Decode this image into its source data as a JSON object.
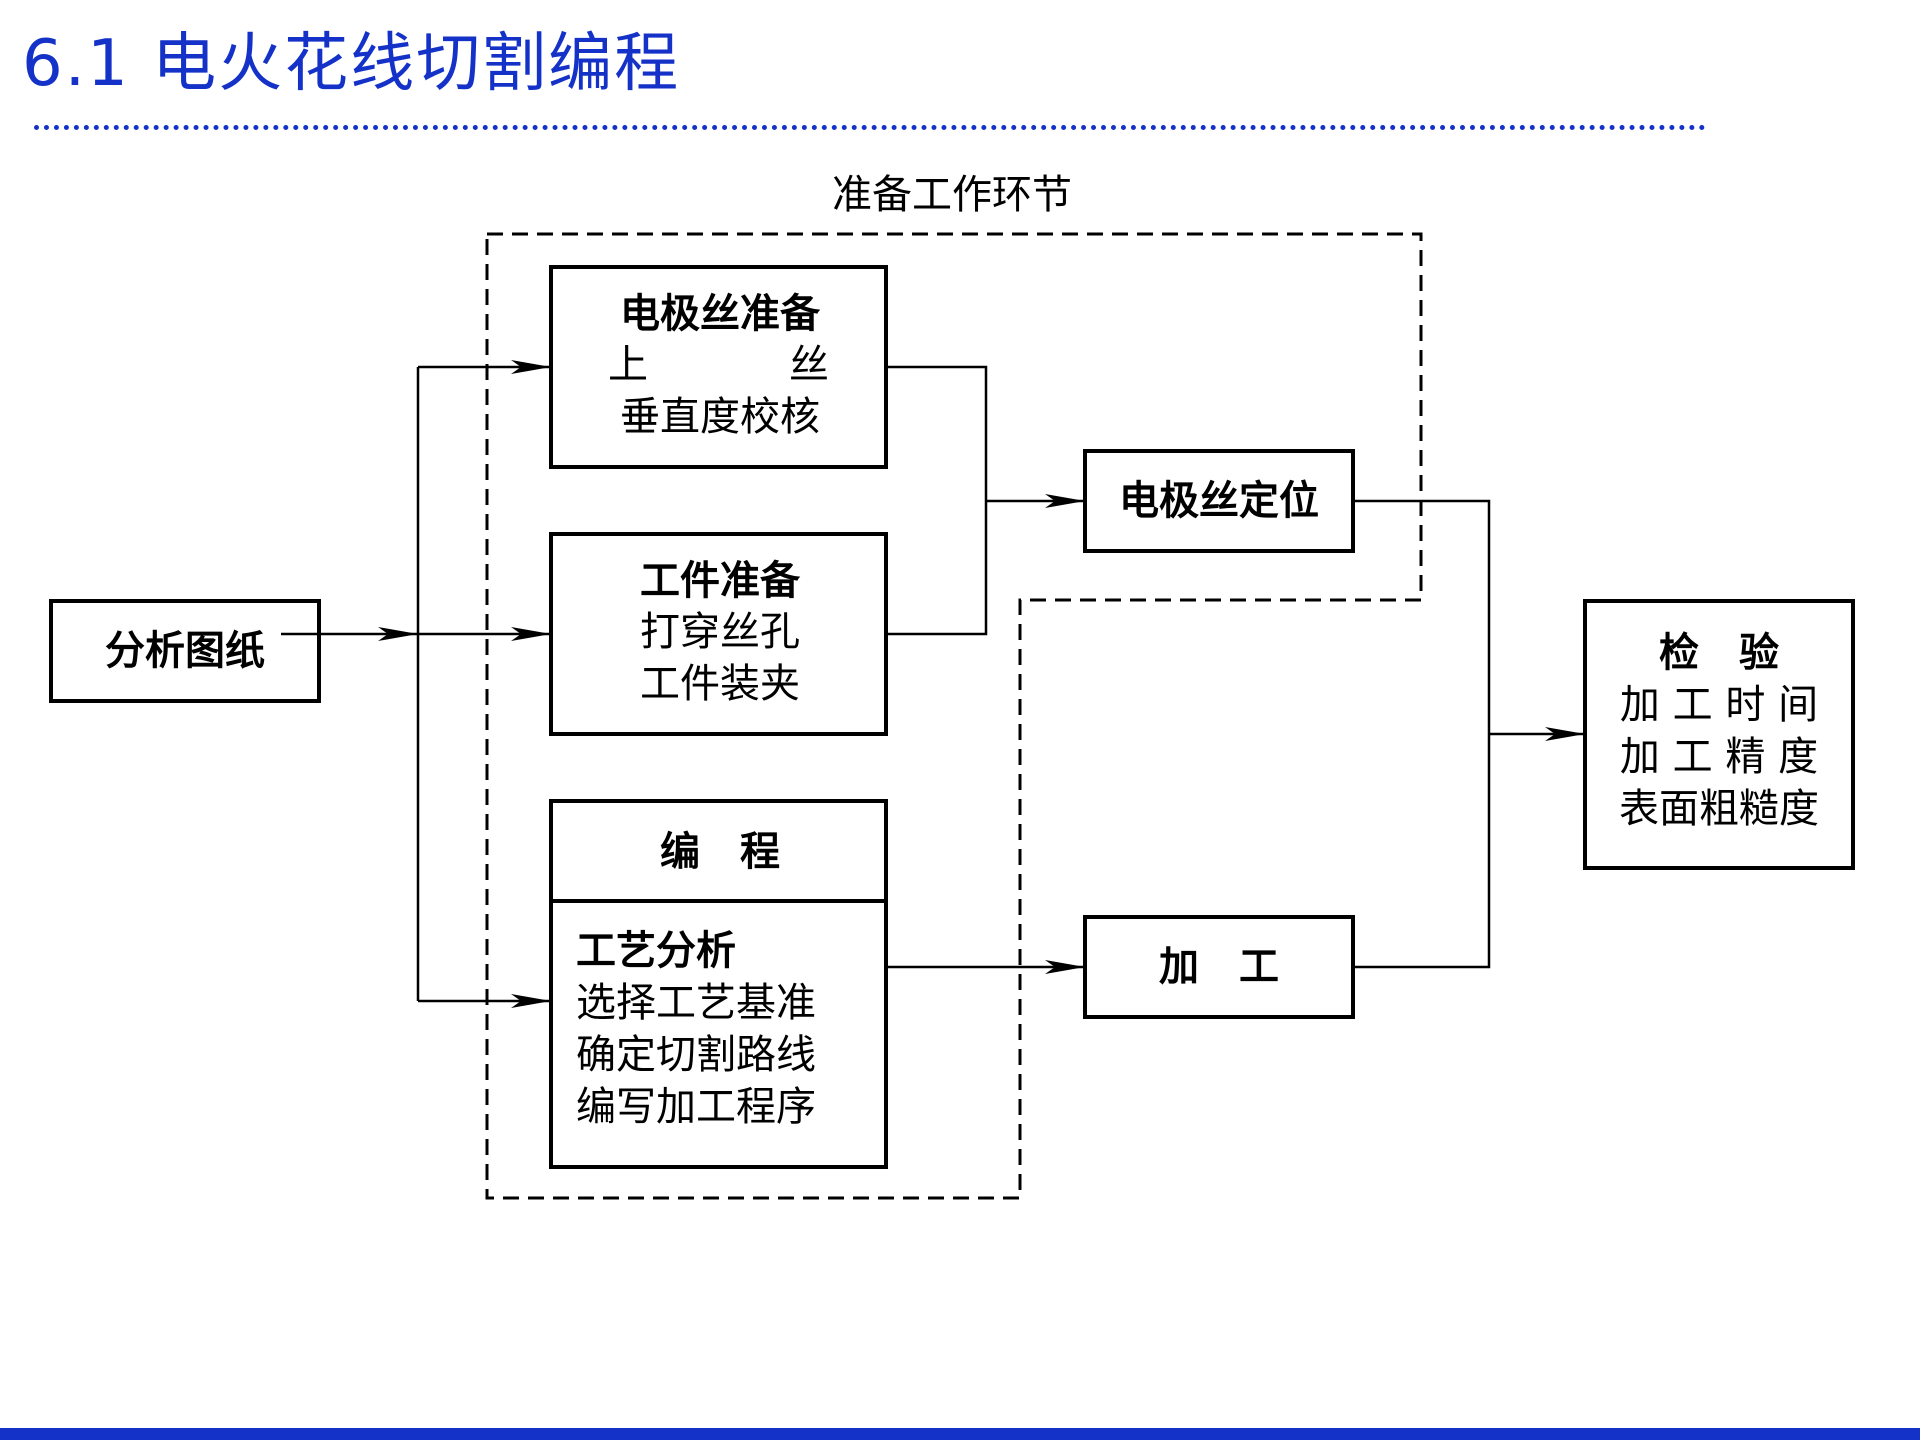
{
  "title": "6.1 电火花线切割编程",
  "colors": {
    "accent": "#1432c8",
    "stroke": "#000000"
  },
  "prep_stage": {
    "label": "准备工作环节"
  },
  "analyze_drawing": {
    "label": "分析图纸"
  },
  "wire_prep": {
    "title": "电极丝准备",
    "line1_left": "上",
    "line1_right": "丝",
    "line2": "垂直度校核"
  },
  "workpiece_prep": {
    "title": "工件准备",
    "line1": "打穿丝孔",
    "line2": "工件装夹"
  },
  "programming": {
    "title": "编　程",
    "sub_title": "工艺分析",
    "line1": "选择工艺基准",
    "line2": "确定切割路线",
    "line3": "编写加工程序"
  },
  "wire_positioning": {
    "label": "电极丝定位"
  },
  "machining": {
    "label": "加　工"
  },
  "inspection": {
    "title": "检　验",
    "line1": "加 工 时 间",
    "line2": "加 工 精 度",
    "line3": "表面粗糙度"
  }
}
